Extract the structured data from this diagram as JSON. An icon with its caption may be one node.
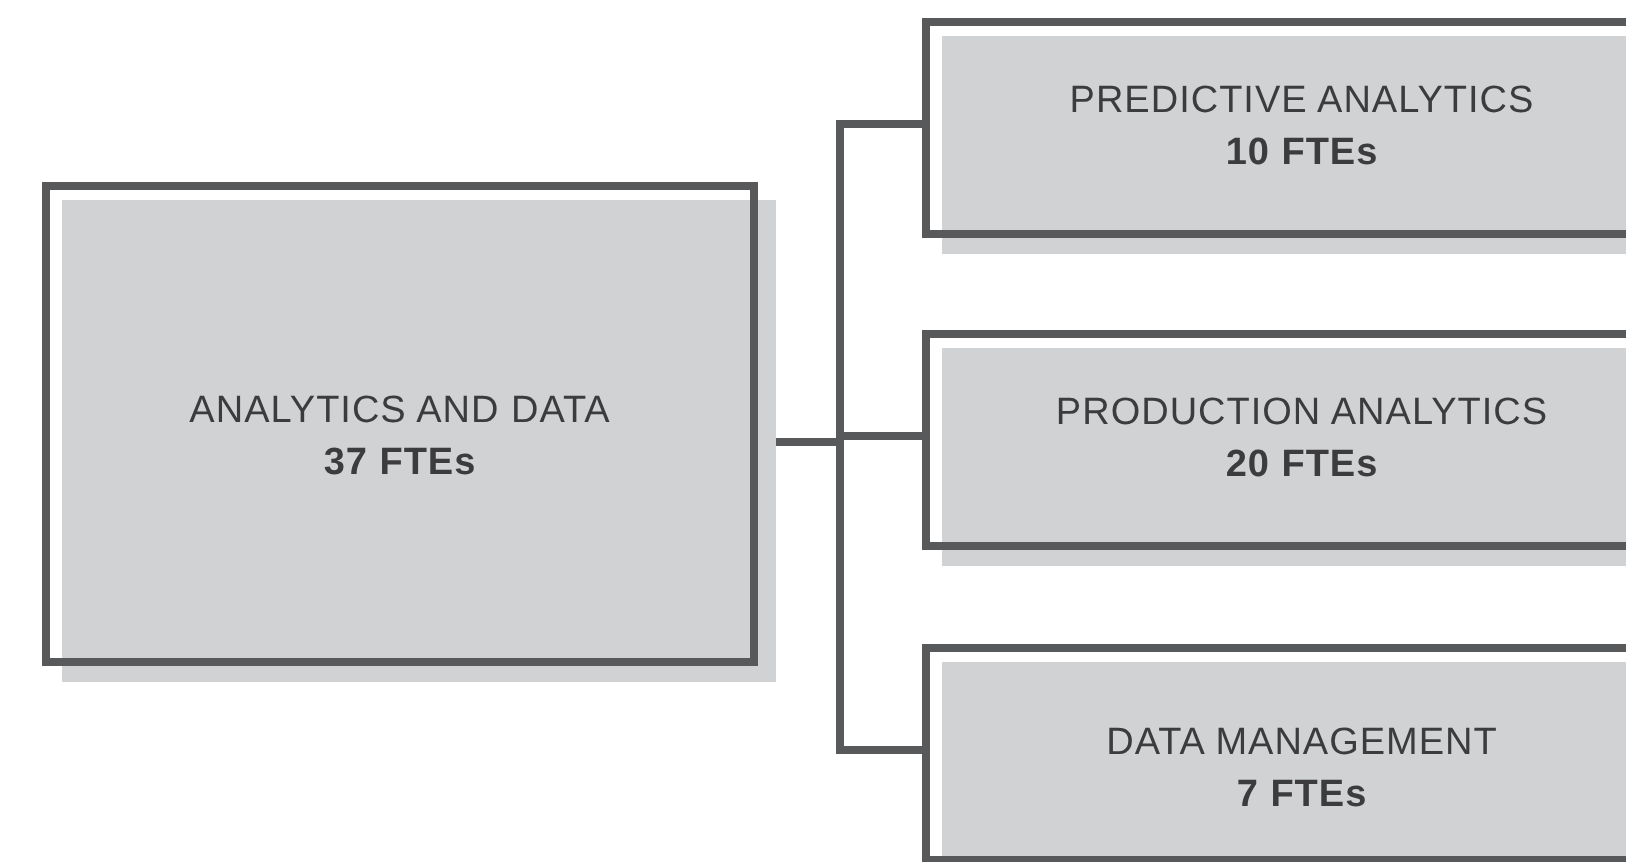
{
  "diagram": {
    "nodes": [
      {
        "text": [
          "ANALYTICS AND DATA",
          "37 FTEs"
        ]
      },
      {
        "text": [
          "PREDICTIVE ANALYTICS",
          "10 FTEs"
        ]
      },
      {
        "text": [
          "PRODUCTION ANALYTICS",
          "20 FTEs"
        ]
      },
      {
        "text": [
          "DATA MANAGEMENT",
          "7 FTEs"
        ]
      }
    ],
    "edges": [
      {
        "from": 0,
        "to": 1,
        "arrow": "none"
      },
      {
        "from": 0,
        "to": 2,
        "arrow": "none"
      },
      {
        "from": 0,
        "to": 3,
        "arrow": "none"
      }
    ]
  }
}
